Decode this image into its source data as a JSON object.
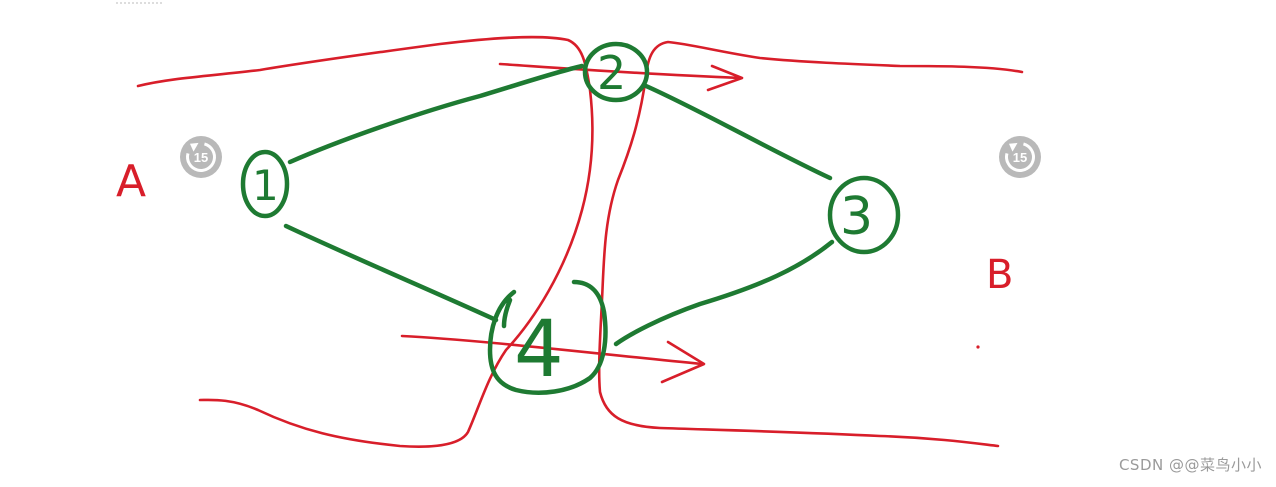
{
  "diagram": {
    "nodes": [
      {
        "id": "node-1",
        "label": "1"
      },
      {
        "id": "node-2",
        "label": "2"
      },
      {
        "id": "node-3",
        "label": "3"
      },
      {
        "id": "node-4",
        "label": "4"
      }
    ],
    "edges": [
      {
        "from": "1",
        "to": "2"
      },
      {
        "from": "1",
        "to": "4"
      },
      {
        "from": "2",
        "to": "3"
      },
      {
        "from": "3",
        "to": "4"
      }
    ],
    "region_labels": {
      "left": "A",
      "right": "B"
    },
    "colors": {
      "node_and_edge": "#1e7a32",
      "boundary_and_arrows": "#d81e2a",
      "region_label": "#d81e2a"
    }
  },
  "player": {
    "replay_left_label": "15",
    "replay_right_label": "15"
  },
  "watermark": "CSDN @@菜鸟小小"
}
